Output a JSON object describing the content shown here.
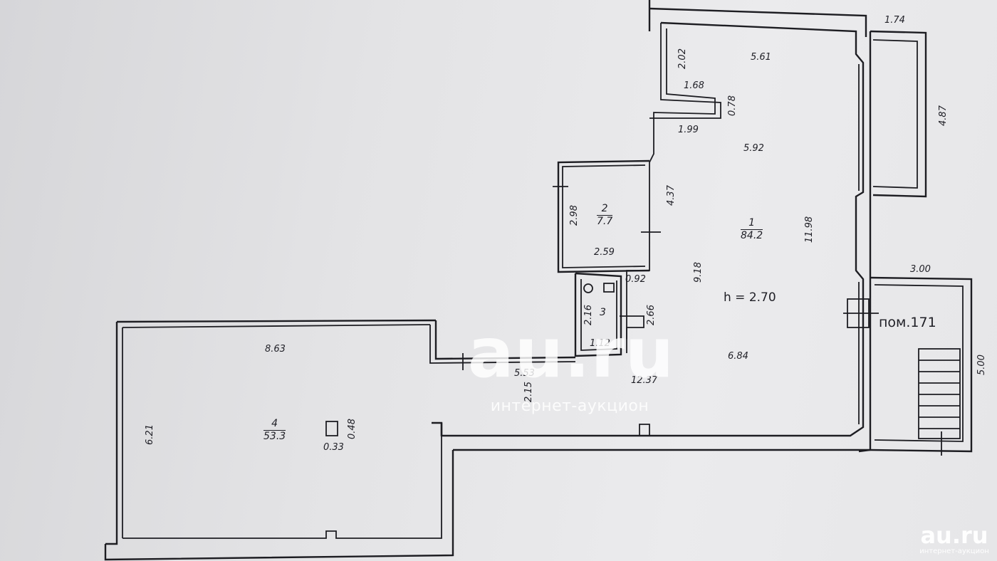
{
  "plan": {
    "dimensions": {
      "d_174": "1.74",
      "d_487": "4.87",
      "d_561": "5.61",
      "d_202": "2.02",
      "d_168": "1.68",
      "d_078": "0.78",
      "d_199": "1.99",
      "d_592": "5.92",
      "d_437": "4.37",
      "d_298": "2.98",
      "d_259": "2.59",
      "d_1198": "11.98",
      "d_092": "0.92",
      "d_918": "9.18",
      "d_216": "2.16",
      "d_266": "2.66",
      "d_112": "1.12",
      "d_300": "3.00",
      "d_500": "5.00",
      "d_863": "8.63",
      "d_553": "5.53",
      "d_1237": "12.37",
      "d_684": "6.84",
      "d_215": "2.15",
      "d_621": "6.21",
      "d_048": "0.48",
      "d_033": "0.33"
    },
    "rooms": {
      "r1": {
        "number": "1",
        "area": "84.2"
      },
      "r2": {
        "number": "2",
        "area": "7.7"
      },
      "r3": {
        "number": "3"
      },
      "r4": {
        "number": "4",
        "area": "53.3"
      }
    },
    "ceiling_height": "h = 2.70",
    "adjacent_room": "пом.171"
  },
  "watermark": {
    "brand": "au.ru",
    "tagline": "интернет-аукцион",
    "corner_brand": "au.ru",
    "corner_tagline": "интернет-аукцион"
  }
}
